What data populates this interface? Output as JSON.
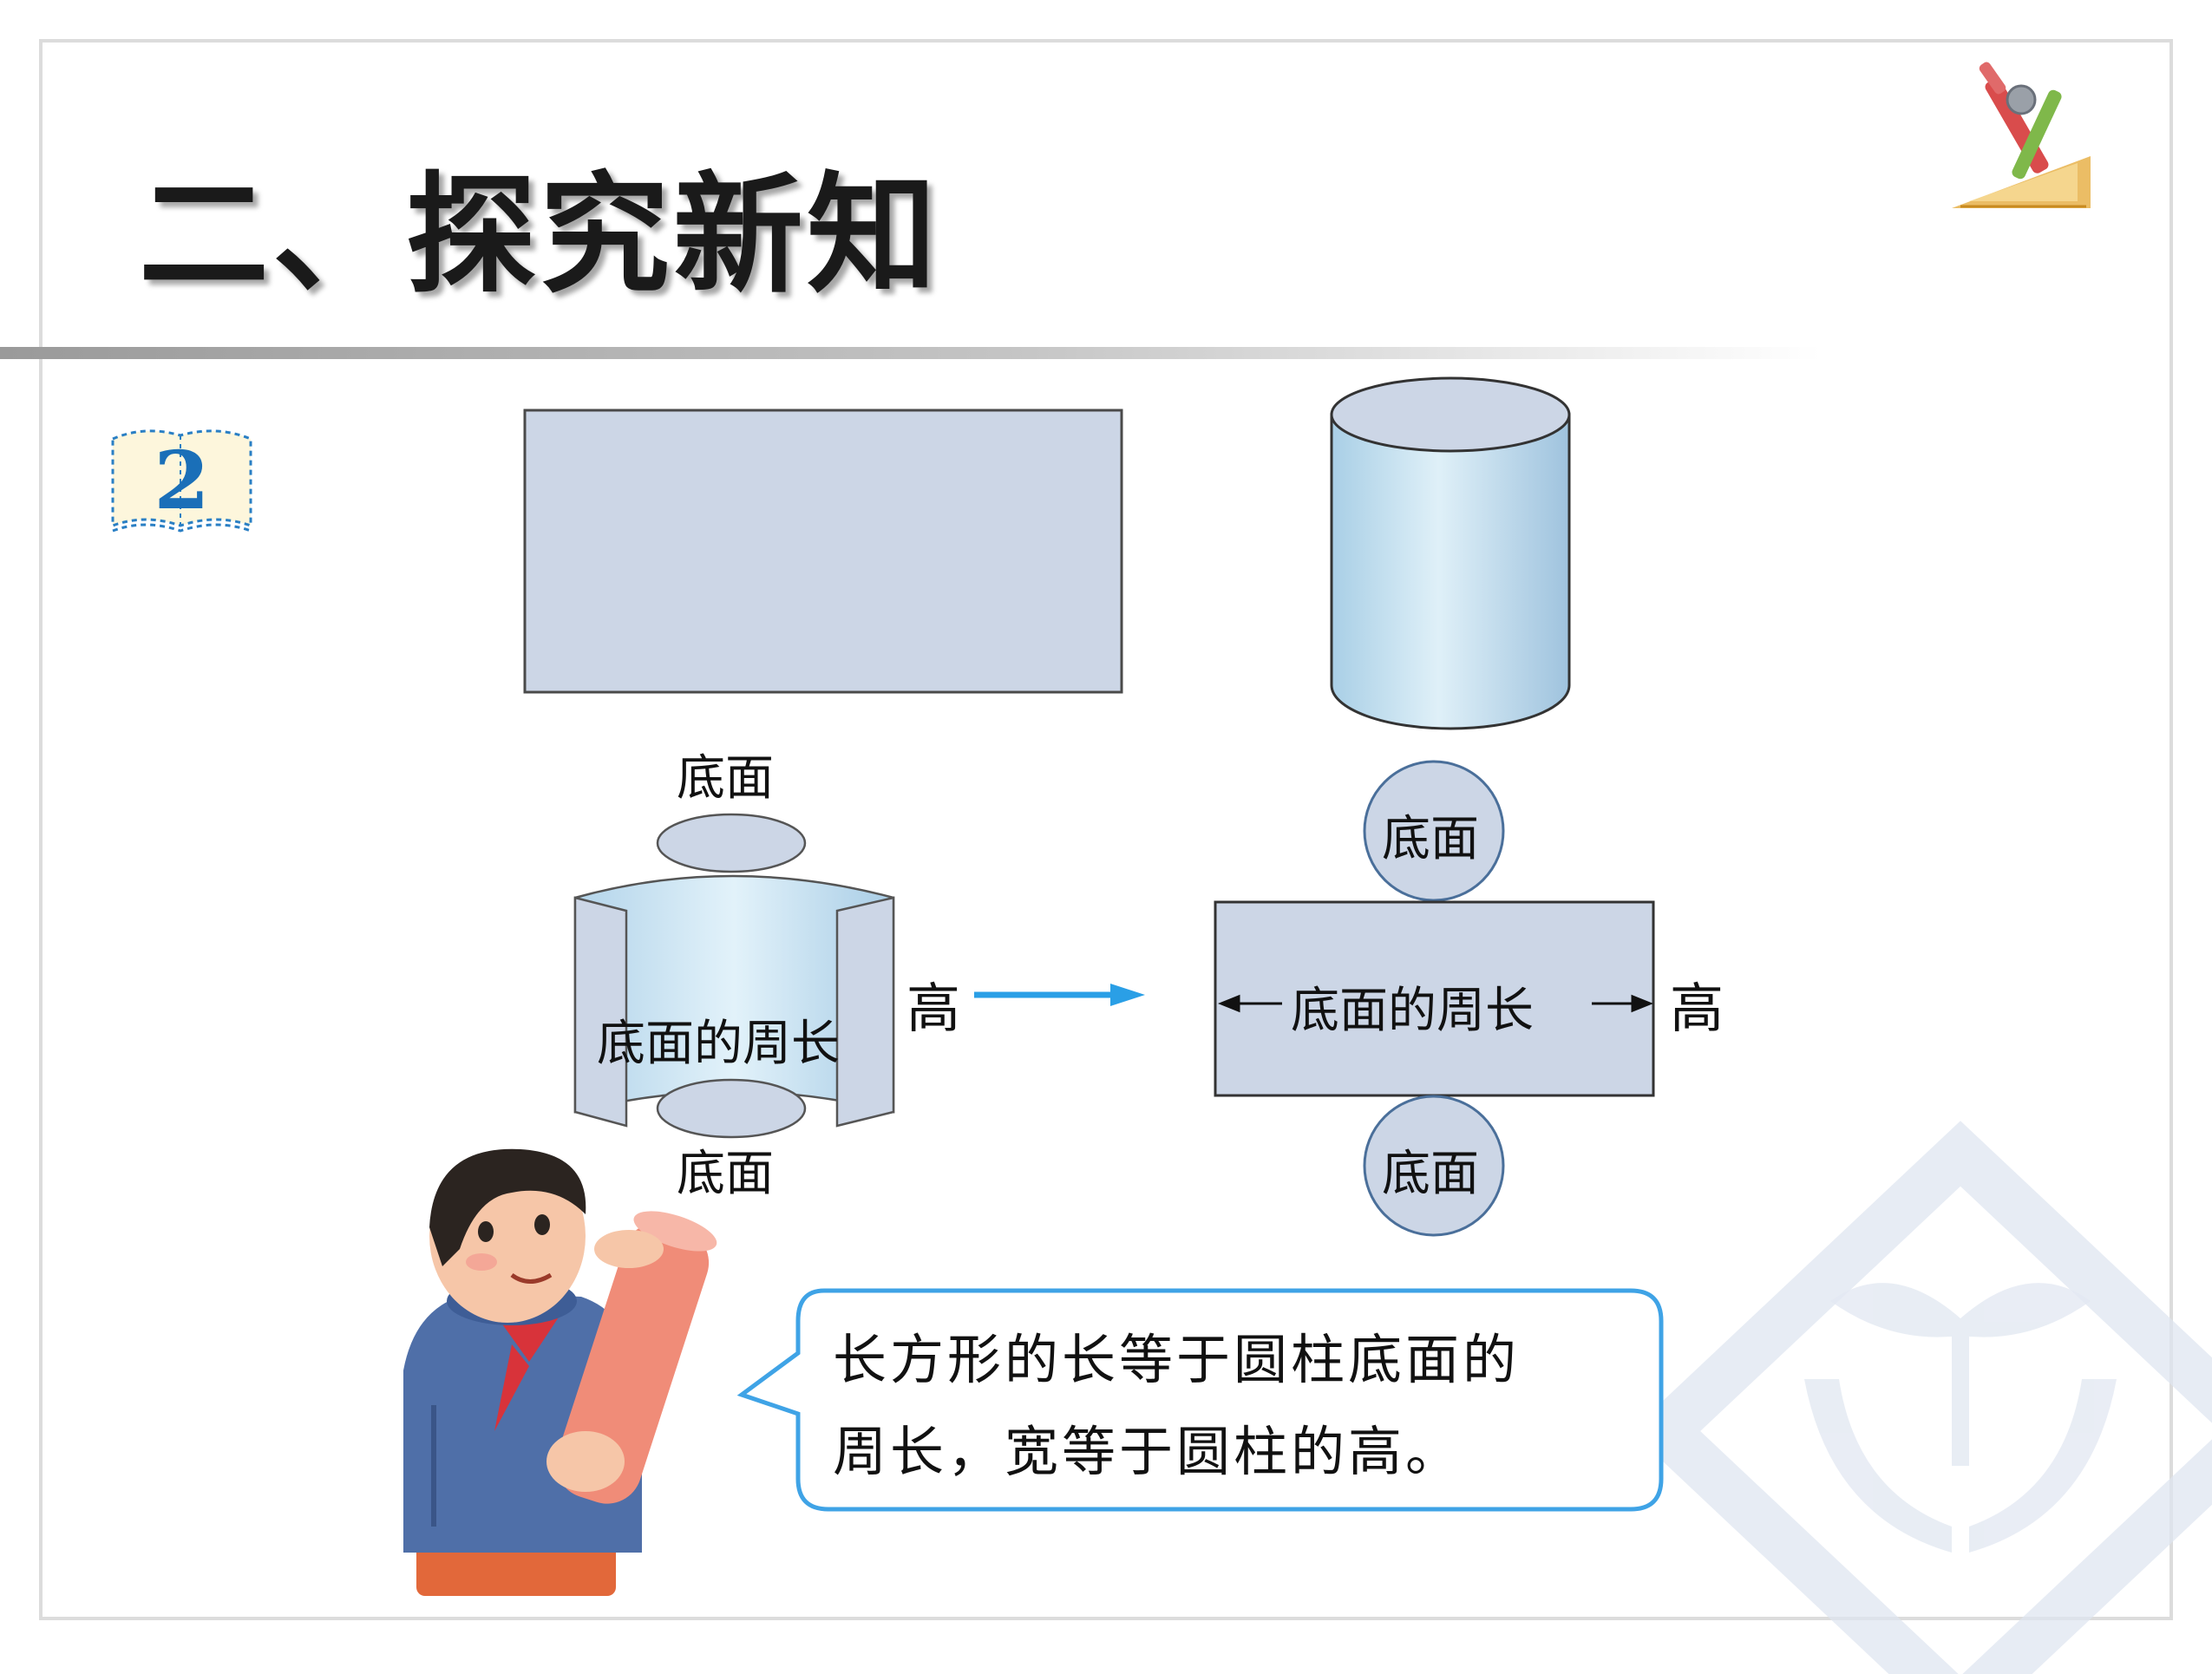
{
  "header": {
    "title": "二、探究新知"
  },
  "example": {
    "number": "2"
  },
  "labels": {
    "bottom_top_left": "底面",
    "bottom_bottom_left": "底面",
    "circumference_left": "底面的周长",
    "height_left": "高",
    "bottom_top_right": "底面",
    "circumference_right": "底面的周长",
    "height_right": "高",
    "bottom_bottom_right": "底面"
  },
  "speech": {
    "line1": "长方形的长等于圆柱底面的",
    "line2": "周长，宽等于圆柱的高。"
  },
  "colors": {
    "shape_fill": "#ccd6e6",
    "cylinder_blue": "#bcdff0",
    "arrow_blue": "#2a9fe6",
    "badge_number": "#1a6fb8",
    "bubble_border": "#3fa3e6"
  },
  "icons": {
    "tools": "compass-and-ruler-icon",
    "badge": "open-book-icon",
    "watermark": "sprout-in-hands-logo"
  }
}
